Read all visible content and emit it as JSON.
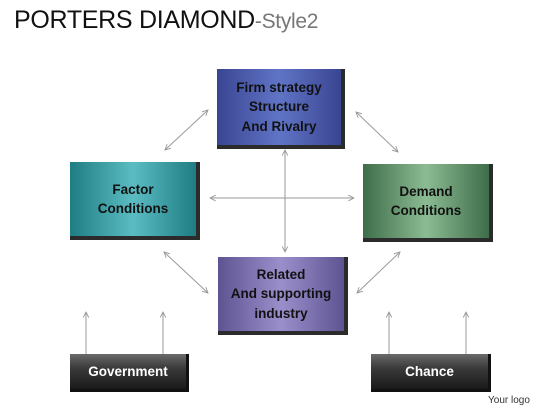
{
  "title": {
    "main": "PORTERS DIAMOND",
    "sub": "-Style2"
  },
  "boxes": {
    "firm": "Firm strategy\nStructure\nAnd Rivalry",
    "factor": "Factor\nConditions",
    "demand": "Demand\nConditions",
    "related": "Related\nAnd supporting\nindustry"
  },
  "external": {
    "government": "Government",
    "chance": "Chance"
  },
  "logo": "Your logo",
  "colors": {
    "firm": "#4a5aab",
    "factor": "#3aa0a7",
    "demand": "#6a9c73",
    "related": "#7c70b0",
    "external": "#333333",
    "arrow": "#999999"
  }
}
